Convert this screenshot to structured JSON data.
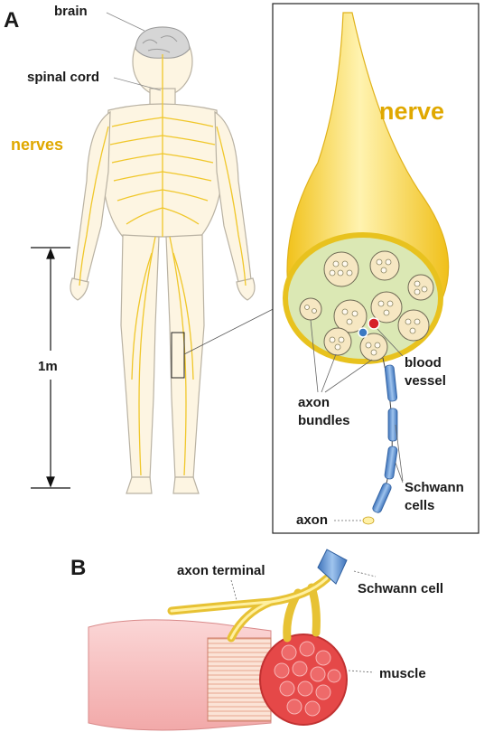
{
  "panel_a": {
    "letter": "A",
    "labels": {
      "brain": "brain",
      "spinal_cord": "spinal cord",
      "nerves": "nerves",
      "length": "1m",
      "nerve": "nerve",
      "blood_vessel_line1": "blood",
      "blood_vessel_line2": "vessel",
      "axon_bundles_line1": "axon",
      "axon_bundles_line2": "bundles",
      "schwann_cells_line1": "Schwann",
      "schwann_cells_line2": "cells",
      "axon": "axon"
    }
  },
  "panel_b": {
    "letter": "B",
    "labels": {
      "axon_terminal": "axon terminal",
      "schwann_cell": "Schwann cell",
      "muscle": "muscle"
    }
  },
  "colors": {
    "nerve_yellow": "#f3c91a",
    "nerve_light": "#fff1a8",
    "nerve_label": "#e0a800",
    "skin": "#fdf5e2",
    "bundle_green": "#dbe8b4",
    "bundle_tan": "#f6e7c2",
    "schwann_blue": "#5a8fd0",
    "blood_red": "#d6202a",
    "muscle_pink": "#f7c3c3",
    "muscle_red": "#dd3e3e"
  }
}
